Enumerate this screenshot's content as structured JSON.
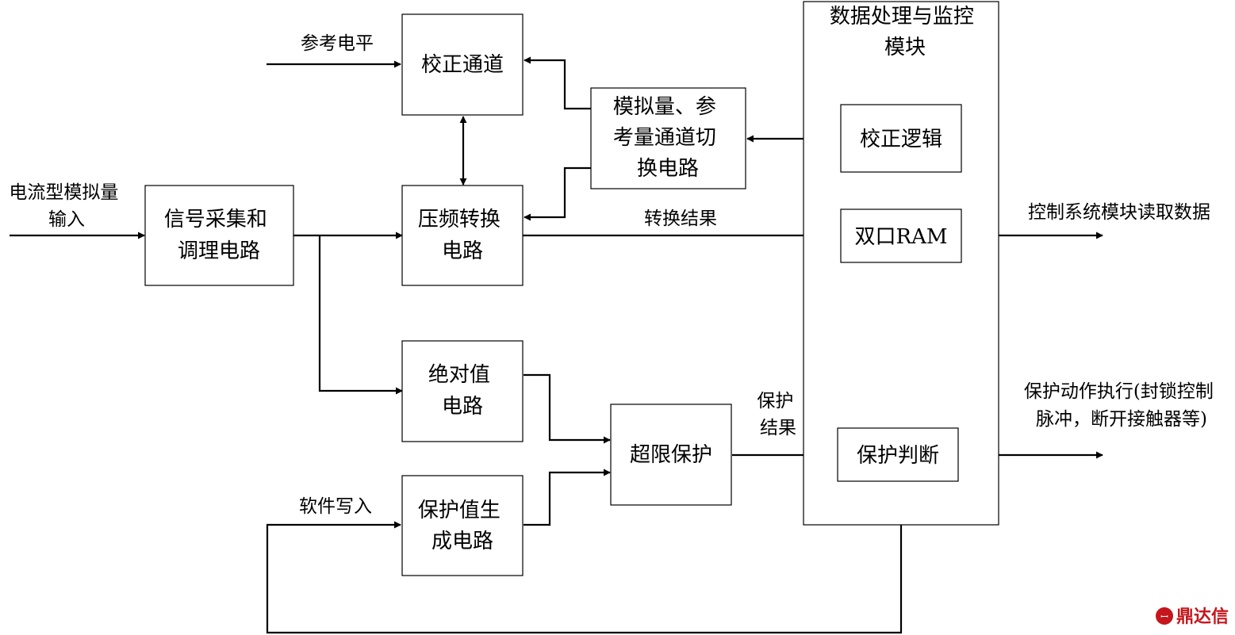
{
  "blocks": {
    "module": [
      "数据处理与监控",
      "模块"
    ],
    "calib_channel": [
      "校正通道"
    ],
    "switch": [
      "模拟量、参",
      "考量通道切",
      "换电路"
    ],
    "calib_logic": [
      "校正逻辑"
    ],
    "signal": [
      "信号采集和",
      "调理电路"
    ],
    "vf": [
      "压频转换",
      "电路"
    ],
    "dual_ram": [
      "双口RAM"
    ],
    "abs": [
      "绝对值",
      "电路"
    ],
    "overlimit": [
      "超限保护"
    ],
    "prot_gen": [
      "保护值生",
      "成电路"
    ],
    "prot_judge": [
      "保护判断"
    ]
  },
  "labels": {
    "ref_level": [
      "参考电平"
    ],
    "input": [
      "电流型模拟量",
      "输入"
    ],
    "conv_result": [
      "转换结果"
    ],
    "read_data": [
      "控制系统模块读取数据"
    ],
    "prot_result": [
      "保护",
      "结果"
    ],
    "prot_action": [
      "保护动作执行(封锁控制",
      "脉冲，断开接触器等)"
    ],
    "software_write": [
      "软件写入"
    ]
  },
  "watermark": {
    "text": "鼎达信",
    "color": "#c4161c"
  }
}
